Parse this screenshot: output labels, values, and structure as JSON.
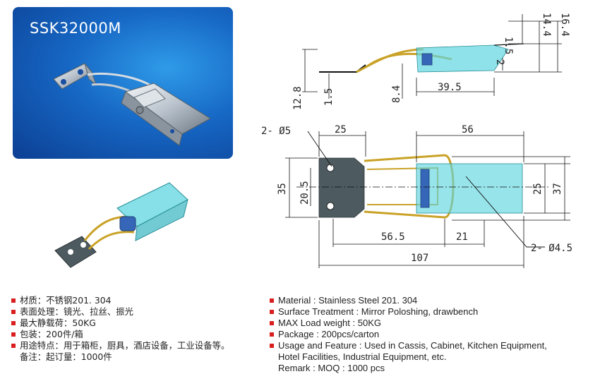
{
  "banner": {
    "model": "SSK32000M"
  },
  "dimensions": {
    "side": {
      "d1_5_top": "1.5",
      "d14_4": "14.4",
      "d16_4": "16.4",
      "d12_8": "12.8",
      "d1_5_left": "1.5",
      "d8_4": "8.4",
      "d39_5": "39.5",
      "d2": "2"
    },
    "plan": {
      "hole5": "2- Ø5",
      "d25_top": "25",
      "d56": "56",
      "d35": "35",
      "d20_5": "20.5",
      "d25_right": "25",
      "d37": "37",
      "d56_5": "56.5",
      "d21": "21",
      "hole4_5": "2- Ø4.5",
      "d107": "107"
    }
  },
  "specs_cn": [
    "材质：不锈钢201. 304",
    "表面处理：镜光、拉丝、振光",
    "最大静载荷：50KG",
    "包装：200件/箱",
    "用途特点：用于箱柜，厨具，酒店设备，工业设备等。",
    "备注：起订量：1000件"
  ],
  "specs_en": [
    "Material : Stainless Steel 201. 304",
    "Surface Treatment : Mirror Poloshing, drawbench",
    "MAX Load weight : 50KG",
    "Package : 200pcs/carton",
    "Usage and Feature : Used in Cassis, Cabinet, Kitchen Equipment,",
    "Hotel Facilities, Industrial Equipment, etc.",
    "Remark : MOQ : 1000 pcs"
  ],
  "colors": {
    "banner_blue": "#1667c4",
    "wire_gold": "#c9a227",
    "glass_cyan": "#5fd6df",
    "bullet_red": "#d81e1e"
  }
}
